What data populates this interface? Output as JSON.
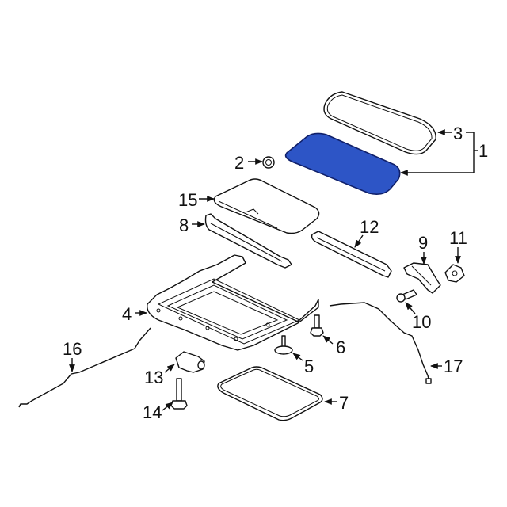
{
  "diagram": {
    "title": "Sunroof assembly exploded parts diagram",
    "highlight_color": "#2d55c6",
    "callouts": [
      {
        "id": "1",
        "label": "1",
        "part": "sunroof-assembly"
      },
      {
        "id": "2",
        "label": "2",
        "part": "nut"
      },
      {
        "id": "3",
        "label": "3",
        "part": "glass-seal"
      },
      {
        "id": "4",
        "label": "4",
        "part": "sunroof-frame"
      },
      {
        "id": "5",
        "label": "5",
        "part": "clip"
      },
      {
        "id": "6",
        "label": "6",
        "part": "bolt"
      },
      {
        "id": "7",
        "label": "7",
        "part": "frame-seal"
      },
      {
        "id": "8",
        "label": "8",
        "part": "guide-rail-left"
      },
      {
        "id": "9",
        "label": "9",
        "part": "bracket"
      },
      {
        "id": "10",
        "label": "10",
        "part": "bolt"
      },
      {
        "id": "11",
        "label": "11",
        "part": "clip"
      },
      {
        "id": "12",
        "label": "12",
        "part": "guide-rail-right"
      },
      {
        "id": "13",
        "label": "13",
        "part": "motor"
      },
      {
        "id": "14",
        "label": "14",
        "part": "bolt"
      },
      {
        "id": "15",
        "label": "15",
        "part": "sunshade"
      },
      {
        "id": "16",
        "label": "16",
        "part": "drain-hose-front"
      },
      {
        "id": "17",
        "label": "17",
        "part": "drain-hose-rear"
      }
    ]
  }
}
